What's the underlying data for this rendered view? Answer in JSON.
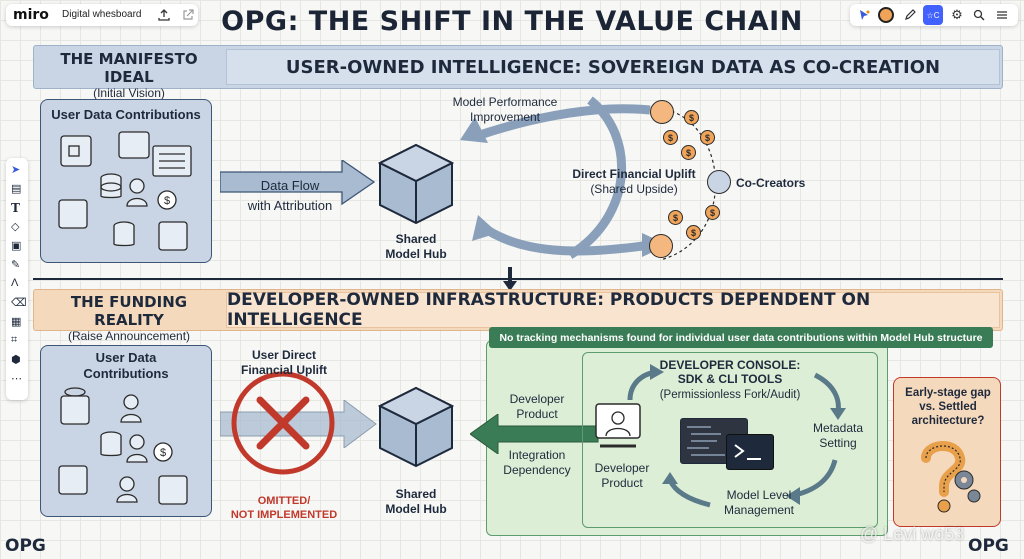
{
  "toolbar": {
    "logo": "miro",
    "board_name": "Digital whesboard",
    "share_icon": "upload-icon",
    "export_icon": "external-link-icon",
    "right_icons": [
      "cursor-icon",
      "avatar-icon",
      "pen-icon",
      "ai-icon",
      "gear-icon",
      "search-icon",
      "menu-icon"
    ],
    "ai_label": "☆C"
  },
  "left_tools": [
    "select-icon",
    "sticky-icon",
    "text-icon",
    "shapes-icon",
    "frame-icon",
    "pen-icon",
    "connector-icon",
    "eraser-icon",
    "template-icon",
    "crop-icon",
    "apps-icon",
    "more-icon"
  ],
  "main_title": "OPG: THE SHIFT IN THE VALUE CHAIN",
  "section1": {
    "label_title": "THE MANIFESTO IDEAL",
    "label_sub": "(Initial Vision)",
    "banner": "USER-OWNED INTELLIGENCE:  SOVEREIGN DATA AS CO-CREATION",
    "data_box_title": "User Data Contributions",
    "arrow_label_1": "Data Flow",
    "arrow_label_2": "with Attribution",
    "hub_label": "Shared\nModel Hub",
    "perf_label": "Model Performance\nImprovement",
    "uplift_title": "Direct Financial Uplift",
    "uplift_sub": "(Shared Upside)",
    "cocreators": "Co-Creators"
  },
  "section2": {
    "label_title": "THE FUNDING REALITY",
    "label_sub": "(Raise Announcement)",
    "banner": "DEVELOPER-OWNED INFRASTRUCTURE: PRODUCTS DEPENDENT ON INTELLIGENCE",
    "data_box_title": "User Data\nContributions",
    "uplift_title": "User Direct\nFinancial Uplift",
    "omitted": "OMITTED/\nNOT IMPLEMENTED",
    "hub_label": "Shared\nModel Hub",
    "dev_product": "Developer\nProduct",
    "integration": "Integration\nDependency",
    "no_tracking": "No tracking mechanisms found for individual user data contributions within Model Hub structure",
    "console_title": "DEVELOPER CONSOLE:\nSDK & CLI TOOLS",
    "console_sub": "(Permissionless Fork/Audit)",
    "metadata": "Metadata\nSetting",
    "model_mgmt": "Model Level\nManagement",
    "dev_product_2": "Developer\nProduct",
    "gap_question": "Early-stage gap\nvs. Settled\narchitecture?"
  },
  "footer": {
    "logo_left": "OPG",
    "logo_right": "OPG",
    "watermark": "@ Levi wo53"
  },
  "colors": {
    "blue_fill": "#c9d5e4",
    "blue_border": "#4e6a8e",
    "orange_fill": "#f5d9bd",
    "green_fill": "#dcefd6",
    "green_banner": "#3a7c56",
    "red": "#c0392b"
  }
}
